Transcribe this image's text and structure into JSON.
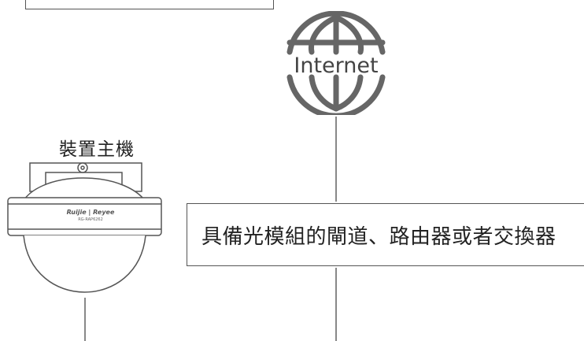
{
  "internet": {
    "label": "Internet",
    "icon": "globe-icon"
  },
  "device": {
    "title": "裝置主機",
    "brand": "Ruijie | Reyee",
    "model": "RG-RAP6262"
  },
  "gateway": {
    "label": "具備光模組的閘道、路由器或者交換器"
  },
  "colors": {
    "line": "#888888",
    "border": "#555555",
    "text": "#222222"
  }
}
